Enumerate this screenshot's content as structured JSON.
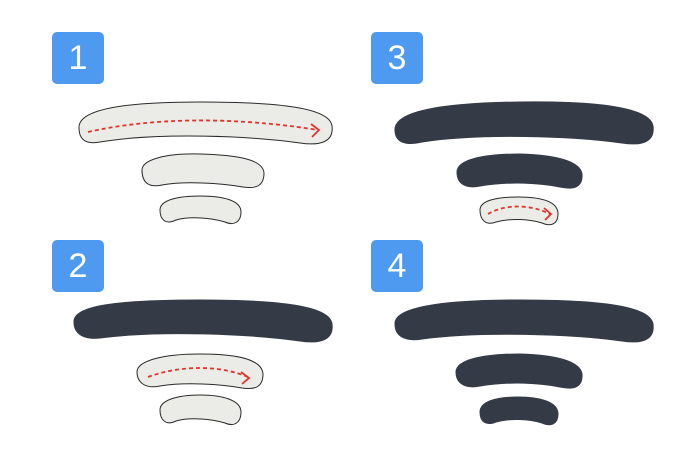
{
  "colors": {
    "background": "#ffffff",
    "badge": "#4d9af0",
    "badge_text": "#ffffff",
    "stroke_drawn": "#353a47",
    "stroke_pending_fill": "#ebebe7",
    "stroke_outline": "#2b2b2b",
    "direction_arrow": "#e2342b"
  },
  "steps": [
    {
      "number": "1",
      "drawn_strokes": 0,
      "current_stroke": 1,
      "arrow_icon": "dashed-arrow-right"
    },
    {
      "number": "2",
      "drawn_strokes": 1,
      "current_stroke": 2,
      "arrow_icon": "dashed-arrow-right"
    },
    {
      "number": "3",
      "drawn_strokes": 2,
      "current_stroke": 3,
      "arrow_icon": "dashed-arrow-right"
    },
    {
      "number": "4",
      "drawn_strokes": 3,
      "current_stroke": null,
      "arrow_icon": null
    }
  ]
}
